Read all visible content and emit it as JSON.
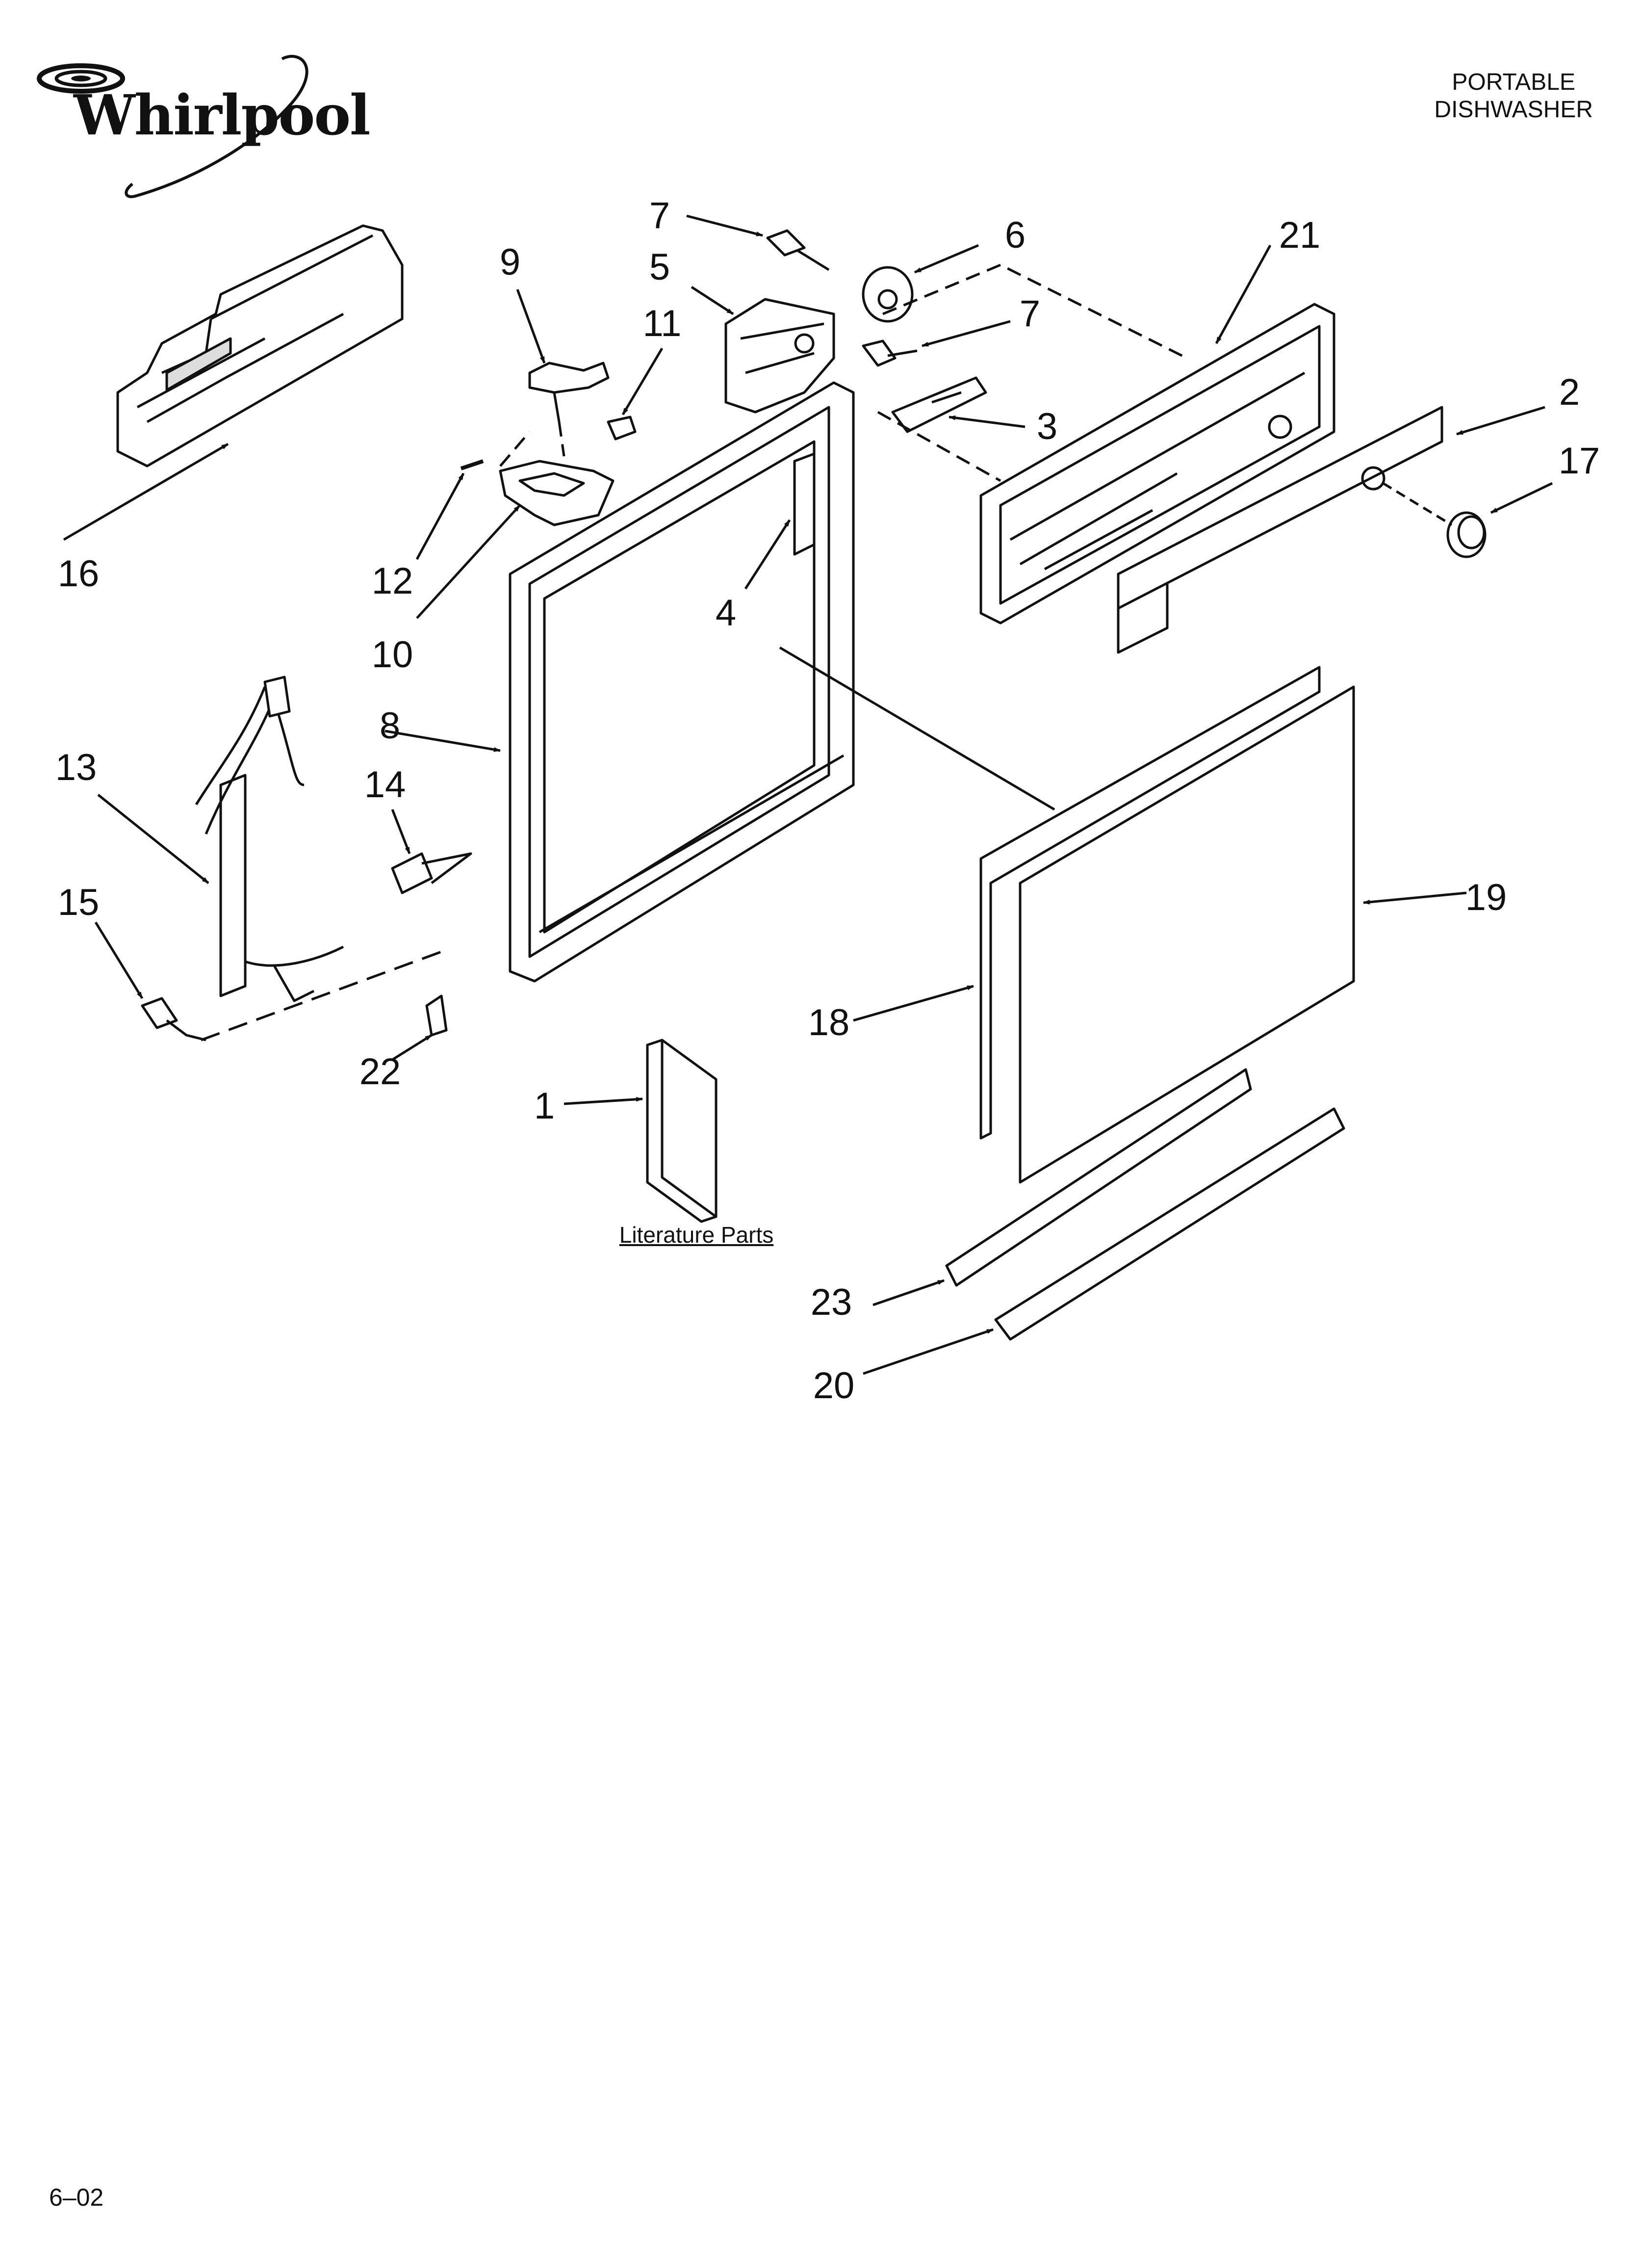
{
  "brand": {
    "logo_text": "Whirlpool"
  },
  "header": {
    "line1": "PORTABLE",
    "line2": "DISHWASHER"
  },
  "callouts": [
    "7",
    "6",
    "21",
    "9",
    "5",
    "11",
    "7",
    "2",
    "3",
    "17",
    "16",
    "12",
    "4",
    "10",
    "8",
    "13",
    "14",
    "15",
    "19",
    "18",
    "22",
    "1",
    "23",
    "20"
  ],
  "literature_label": "Literature Parts",
  "footer": {
    "code": "6–02"
  },
  "colors": {
    "line": "#111111",
    "fill": "#ffffff",
    "shade": "#cccccc"
  }
}
